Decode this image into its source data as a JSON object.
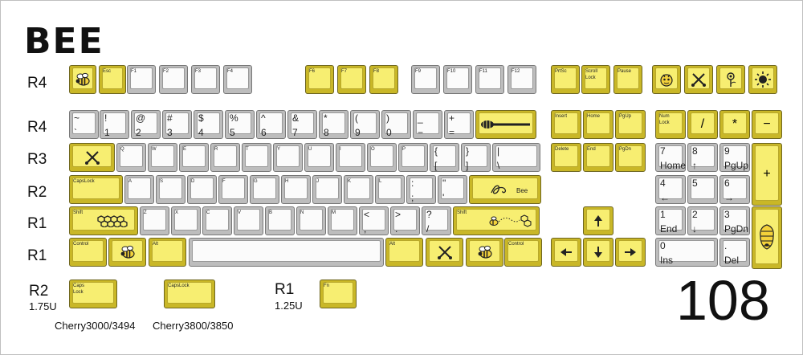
{
  "title": "BEE",
  "row_labels": [
    "R4",
    "R4",
    "R3",
    "R2",
    "R1",
    "R1"
  ],
  "bottom": {
    "r2_label": "R2",
    "r2_size": "1.75U",
    "r1_label": "R1",
    "r1_size": "1.25U",
    "profile_a": "Cherry3000/3494",
    "profile_b": "Cherry3800/3850",
    "count": "108",
    "caps_key_a": "Caps\nLock",
    "caps_key_b": "CapsLock",
    "fn_key": "Fn"
  },
  "rows": [
    [
      {
        "name": "bee-icon-key",
        "icon": "bee",
        "color": "yellow"
      },
      {
        "name": "esc",
        "label": "Esc",
        "color": "yellow"
      },
      {
        "name": "f1",
        "label": "F1"
      },
      {
        "name": "f2",
        "label": "F2"
      },
      {
        "name": "f3",
        "label": "F3"
      },
      {
        "name": "f4",
        "label": "F4"
      },
      {
        "name": "f5",
        "label": "F6",
        "color": "yellow"
      },
      {
        "name": "f6",
        "label": "F7",
        "color": "yellow"
      },
      {
        "name": "f7",
        "label": "F8",
        "color": "yellow"
      },
      {
        "name": "f8",
        "label": "F9"
      },
      {
        "name": "f9",
        "label": "F10"
      },
      {
        "name": "f10",
        "label": "F11"
      },
      {
        "name": "f11",
        "label": "F12"
      },
      {
        "name": "prtsc",
        "label": "PrtSc",
        "color": "yellow"
      },
      {
        "name": "scroll-lock",
        "label": "Scroll\nLock",
        "color": "yellow"
      },
      {
        "name": "pause",
        "label": "Pause",
        "color": "yellow"
      },
      {
        "name": "bee-face-key",
        "icon": "bee-face",
        "color": "yellow"
      },
      {
        "name": "crossed-swords-key",
        "icon": "swords",
        "color": "yellow"
      },
      {
        "name": "flower-key",
        "icon": "flower",
        "color": "yellow"
      },
      {
        "name": "sun-key",
        "icon": "sun",
        "color": "yellow"
      }
    ],
    [
      {
        "name": "grave",
        "top": "~",
        "bot": "`"
      },
      {
        "name": "digit-1",
        "top": "!",
        "bot": "1"
      },
      {
        "name": "digit-2",
        "top": "@",
        "bot": "2"
      },
      {
        "name": "digit-3",
        "top": "#",
        "bot": "3"
      },
      {
        "name": "digit-4",
        "top": "$",
        "bot": "4"
      },
      {
        "name": "digit-5",
        "top": "%",
        "bot": "5"
      },
      {
        "name": "digit-6",
        "top": "^",
        "bot": "6"
      },
      {
        "name": "digit-7",
        "top": "&",
        "bot": "7"
      },
      {
        "name": "digit-8",
        "top": "*",
        "bot": "8"
      },
      {
        "name": "digit-9",
        "top": "(",
        "bot": "9"
      },
      {
        "name": "digit-0",
        "top": ")",
        "bot": "0"
      },
      {
        "name": "minus",
        "top": "_",
        "bot": "−"
      },
      {
        "name": "equal",
        "top": "+",
        "bot": "="
      },
      {
        "name": "backspace",
        "icon": "honey-dipper",
        "color": "yellow"
      },
      {
        "name": "insert",
        "label": "Insert",
        "color": "yellow"
      },
      {
        "name": "home",
        "label": "Home",
        "color": "yellow"
      },
      {
        "name": "pgup",
        "label": "PgUp",
        "color": "yellow"
      },
      {
        "name": "num-lock",
        "label": "Num\nLock",
        "color": "yellow"
      },
      {
        "name": "num-divide",
        "big": "/",
        "color": "yellow"
      },
      {
        "name": "num-multiply",
        "big": "*",
        "color": "yellow"
      },
      {
        "name": "num-minus",
        "big": "−",
        "color": "yellow"
      }
    ],
    [
      {
        "name": "tab",
        "icon": "swords",
        "color": "yellow"
      },
      {
        "name": "q",
        "label": "Q"
      },
      {
        "name": "w",
        "label": "W"
      },
      {
        "name": "e",
        "label": "E"
      },
      {
        "name": "r",
        "label": "R"
      },
      {
        "name": "t",
        "label": "T"
      },
      {
        "name": "y",
        "label": "Y"
      },
      {
        "name": "u",
        "label": "U"
      },
      {
        "name": "i",
        "label": "I"
      },
      {
        "name": "o",
        "label": "O"
      },
      {
        "name": "p",
        "label": "P"
      },
      {
        "name": "bracket-l",
        "top": "{",
        "bot": "["
      },
      {
        "name": "bracket-r",
        "top": "}",
        "bot": "]"
      },
      {
        "name": "backslash",
        "top": "|",
        "bot": "\\"
      },
      {
        "name": "delete",
        "label": "Delete",
        "color": "yellow"
      },
      {
        "name": "end",
        "label": "End",
        "color": "yellow"
      },
      {
        "name": "pgdn",
        "label": "PgDn",
        "color": "yellow"
      },
      {
        "name": "num-7",
        "top": "7",
        "bot": "Home"
      },
      {
        "name": "num-8",
        "top": "8",
        "bot": "↑"
      },
      {
        "name": "num-9",
        "top": "9",
        "bot": "PgUp"
      },
      {
        "name": "num-plus",
        "big": "+",
        "color": "yellow"
      }
    ],
    [
      {
        "name": "capslock",
        "label": "CapsLock",
        "color": "yellow"
      },
      {
        "name": "a",
        "label": "A"
      },
      {
        "name": "s",
        "label": "S"
      },
      {
        "name": "d",
        "label": "D"
      },
      {
        "name": "f",
        "label": "F"
      },
      {
        "name": "g",
        "label": "G"
      },
      {
        "name": "h",
        "label": "H"
      },
      {
        "name": "j",
        "label": "J"
      },
      {
        "name": "k",
        "label": "K"
      },
      {
        "name": "l",
        "label": "L"
      },
      {
        "name": "semicolon",
        "top": ":",
        "bot": ";"
      },
      {
        "name": "quote",
        "top": "\"",
        "bot": "'"
      },
      {
        "name": "enter",
        "icon": "signature",
        "text": "Bee",
        "color": "yellow"
      },
      {
        "name": "num-4",
        "top": "4",
        "bot": "←"
      },
      {
        "name": "num-5",
        "top": "5",
        "bot": ""
      },
      {
        "name": "num-6",
        "top": "6",
        "bot": "→"
      }
    ],
    [
      {
        "name": "shift-left",
        "label": "Shift",
        "icon": "honeycomb",
        "color": "yellow"
      },
      {
        "name": "z",
        "label": "Z"
      },
      {
        "name": "x",
        "label": "X"
      },
      {
        "name": "c",
        "label": "C"
      },
      {
        "name": "v",
        "label": "V"
      },
      {
        "name": "b",
        "label": "B"
      },
      {
        "name": "n",
        "label": "N"
      },
      {
        "name": "m",
        "label": "M"
      },
      {
        "name": "comma",
        "top": "<",
        "bot": ","
      },
      {
        "name": "period",
        "top": ">",
        "bot": "."
      },
      {
        "name": "slash",
        "top": "?",
        "bot": "/"
      },
      {
        "name": "shift-right",
        "label": "Shift",
        "icon": "bee-trail",
        "color": "yellow"
      },
      {
        "name": "arrow-up",
        "icon": "arrow-up",
        "color": "yellow"
      },
      {
        "name": "num-1",
        "top": "1",
        "bot": "End"
      },
      {
        "name": "num-2",
        "top": "2",
        "bot": "↓"
      },
      {
        "name": "num-3",
        "top": "3",
        "bot": "PgDn"
      },
      {
        "name": "num-enter",
        "icon": "beehive",
        "color": "yellow"
      }
    ],
    [
      {
        "name": "ctrl-left",
        "label": "Control",
        "color": "yellow"
      },
      {
        "name": "win-left",
        "icon": "bee",
        "color": "yellow"
      },
      {
        "name": "alt-left",
        "label": "Alt",
        "color": "yellow"
      },
      {
        "name": "space"
      },
      {
        "name": "alt-right",
        "label": "Alt",
        "color": "yellow"
      },
      {
        "name": "fn-right",
        "icon": "swords",
        "color": "yellow"
      },
      {
        "name": "menu",
        "icon": "bee",
        "color": "yellow"
      },
      {
        "name": "ctrl-right",
        "label": "Control",
        "color": "yellow"
      },
      {
        "name": "arrow-left",
        "icon": "arrow-left",
        "color": "yellow"
      },
      {
        "name": "arrow-down",
        "icon": "arrow-down",
        "color": "yellow"
      },
      {
        "name": "arrow-right",
        "icon": "arrow-right",
        "color": "yellow"
      },
      {
        "name": "num-0",
        "top": "0",
        "bot": "Ins"
      },
      {
        "name": "num-decimal",
        "top": ".",
        "bot": "Del"
      }
    ]
  ]
}
